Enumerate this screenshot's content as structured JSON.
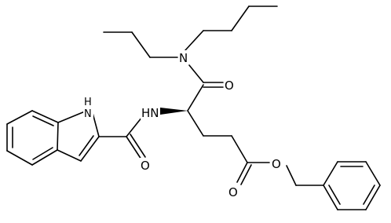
{
  "molecule": {
    "atoms": {
      "nitrogen_amide_top": "N",
      "oxygen_amide_top": "O",
      "nh_amide": "HN",
      "oxygen_indole_carbonyl": "O",
      "nh_indole": "H",
      "n_indole": "N",
      "oxygen_ester_ether": "O",
      "oxygen_ester_carbonyl": "O"
    },
    "colors": {
      "bond": "#000000",
      "label": "#000000",
      "background": "#ffffff"
    }
  }
}
